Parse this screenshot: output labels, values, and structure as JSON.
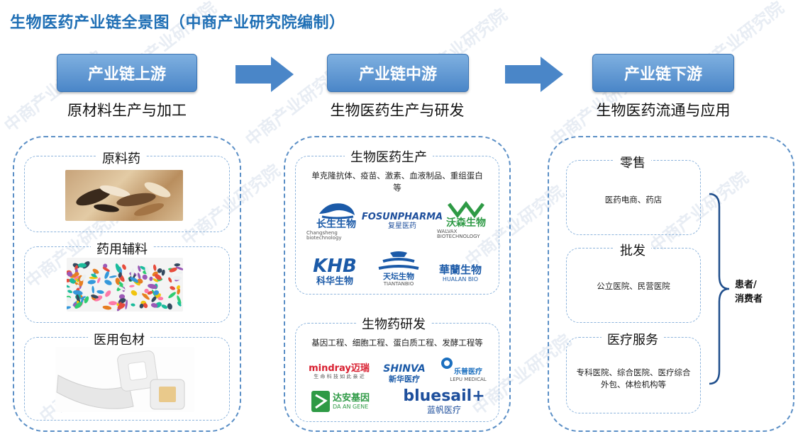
{
  "title": "生物医药产业链全景图（中商产业研究院编制）",
  "watermark": "中商产业研究院",
  "stages": [
    {
      "button": "产业链上游",
      "subtitle": "原材料生产与加工"
    },
    {
      "button": "产业链中游",
      "subtitle": "生物医药生产与研发"
    },
    {
      "button": "产业链下游",
      "subtitle": "生物医药流通与应用"
    }
  ],
  "upstream": {
    "items": [
      {
        "label": "原料药"
      },
      {
        "label": "药用辅料"
      },
      {
        "label": "医用包材"
      }
    ]
  },
  "midstream": {
    "production": {
      "label": "生物医药生产",
      "desc": "单克隆抗体、疫苗、激素、血液制品、重组蛋白等",
      "logos": [
        {
          "main": "长生生物",
          "sub": "Changsheng biotechnology",
          "color": "#1b5aa8"
        },
        {
          "main": "FOSUNPHARMA",
          "sub": "复星医药",
          "color": "#1e4f9c"
        },
        {
          "main": "沃森生物",
          "sub": "WALVAX BIOTECHNOLOGY",
          "color": "#2e9a45"
        },
        {
          "main": "KHB",
          "sub": "科华生物",
          "color": "#1b5aa8"
        },
        {
          "main": "天坛生物",
          "sub": "TIANTANBIO",
          "color": "#1b5aa8"
        },
        {
          "main": "華蘭生物",
          "sub": "HUALAN BIO",
          "color": "#1b5aa8"
        }
      ]
    },
    "research": {
      "label": "生物药研发",
      "desc": "基因工程、细胞工程、蛋白质工程、发酵工程等",
      "logos": [
        {
          "main": "mindray迈瑞",
          "sub": "生 命 科 技 如 此 亲 近",
          "color": "#d81e2f"
        },
        {
          "main": "SHINVA",
          "sub": "新华医疗",
          "color": "#1b5aa8"
        },
        {
          "main": "乐普医疗",
          "sub": "LEPU MEDICAL",
          "color": "#1b6fbf"
        },
        {
          "main": "达安基因",
          "sub": "DA AN GENE",
          "color": "#2e9a45"
        },
        {
          "main": "bluesail+",
          "sub": "蓝帆医疗",
          "color": "#1e4f9c"
        }
      ]
    }
  },
  "downstream": {
    "items": [
      {
        "label": "零售",
        "desc": "医药电商、药店"
      },
      {
        "label": "批发",
        "desc": "公立医院、民营医院"
      },
      {
        "label": "医疗服务",
        "desc": "专科医院、综合医院、医疗综合外包、体检机构等"
      }
    ],
    "patient_line1": "患者/",
    "patient_line2": "消费者"
  }
}
